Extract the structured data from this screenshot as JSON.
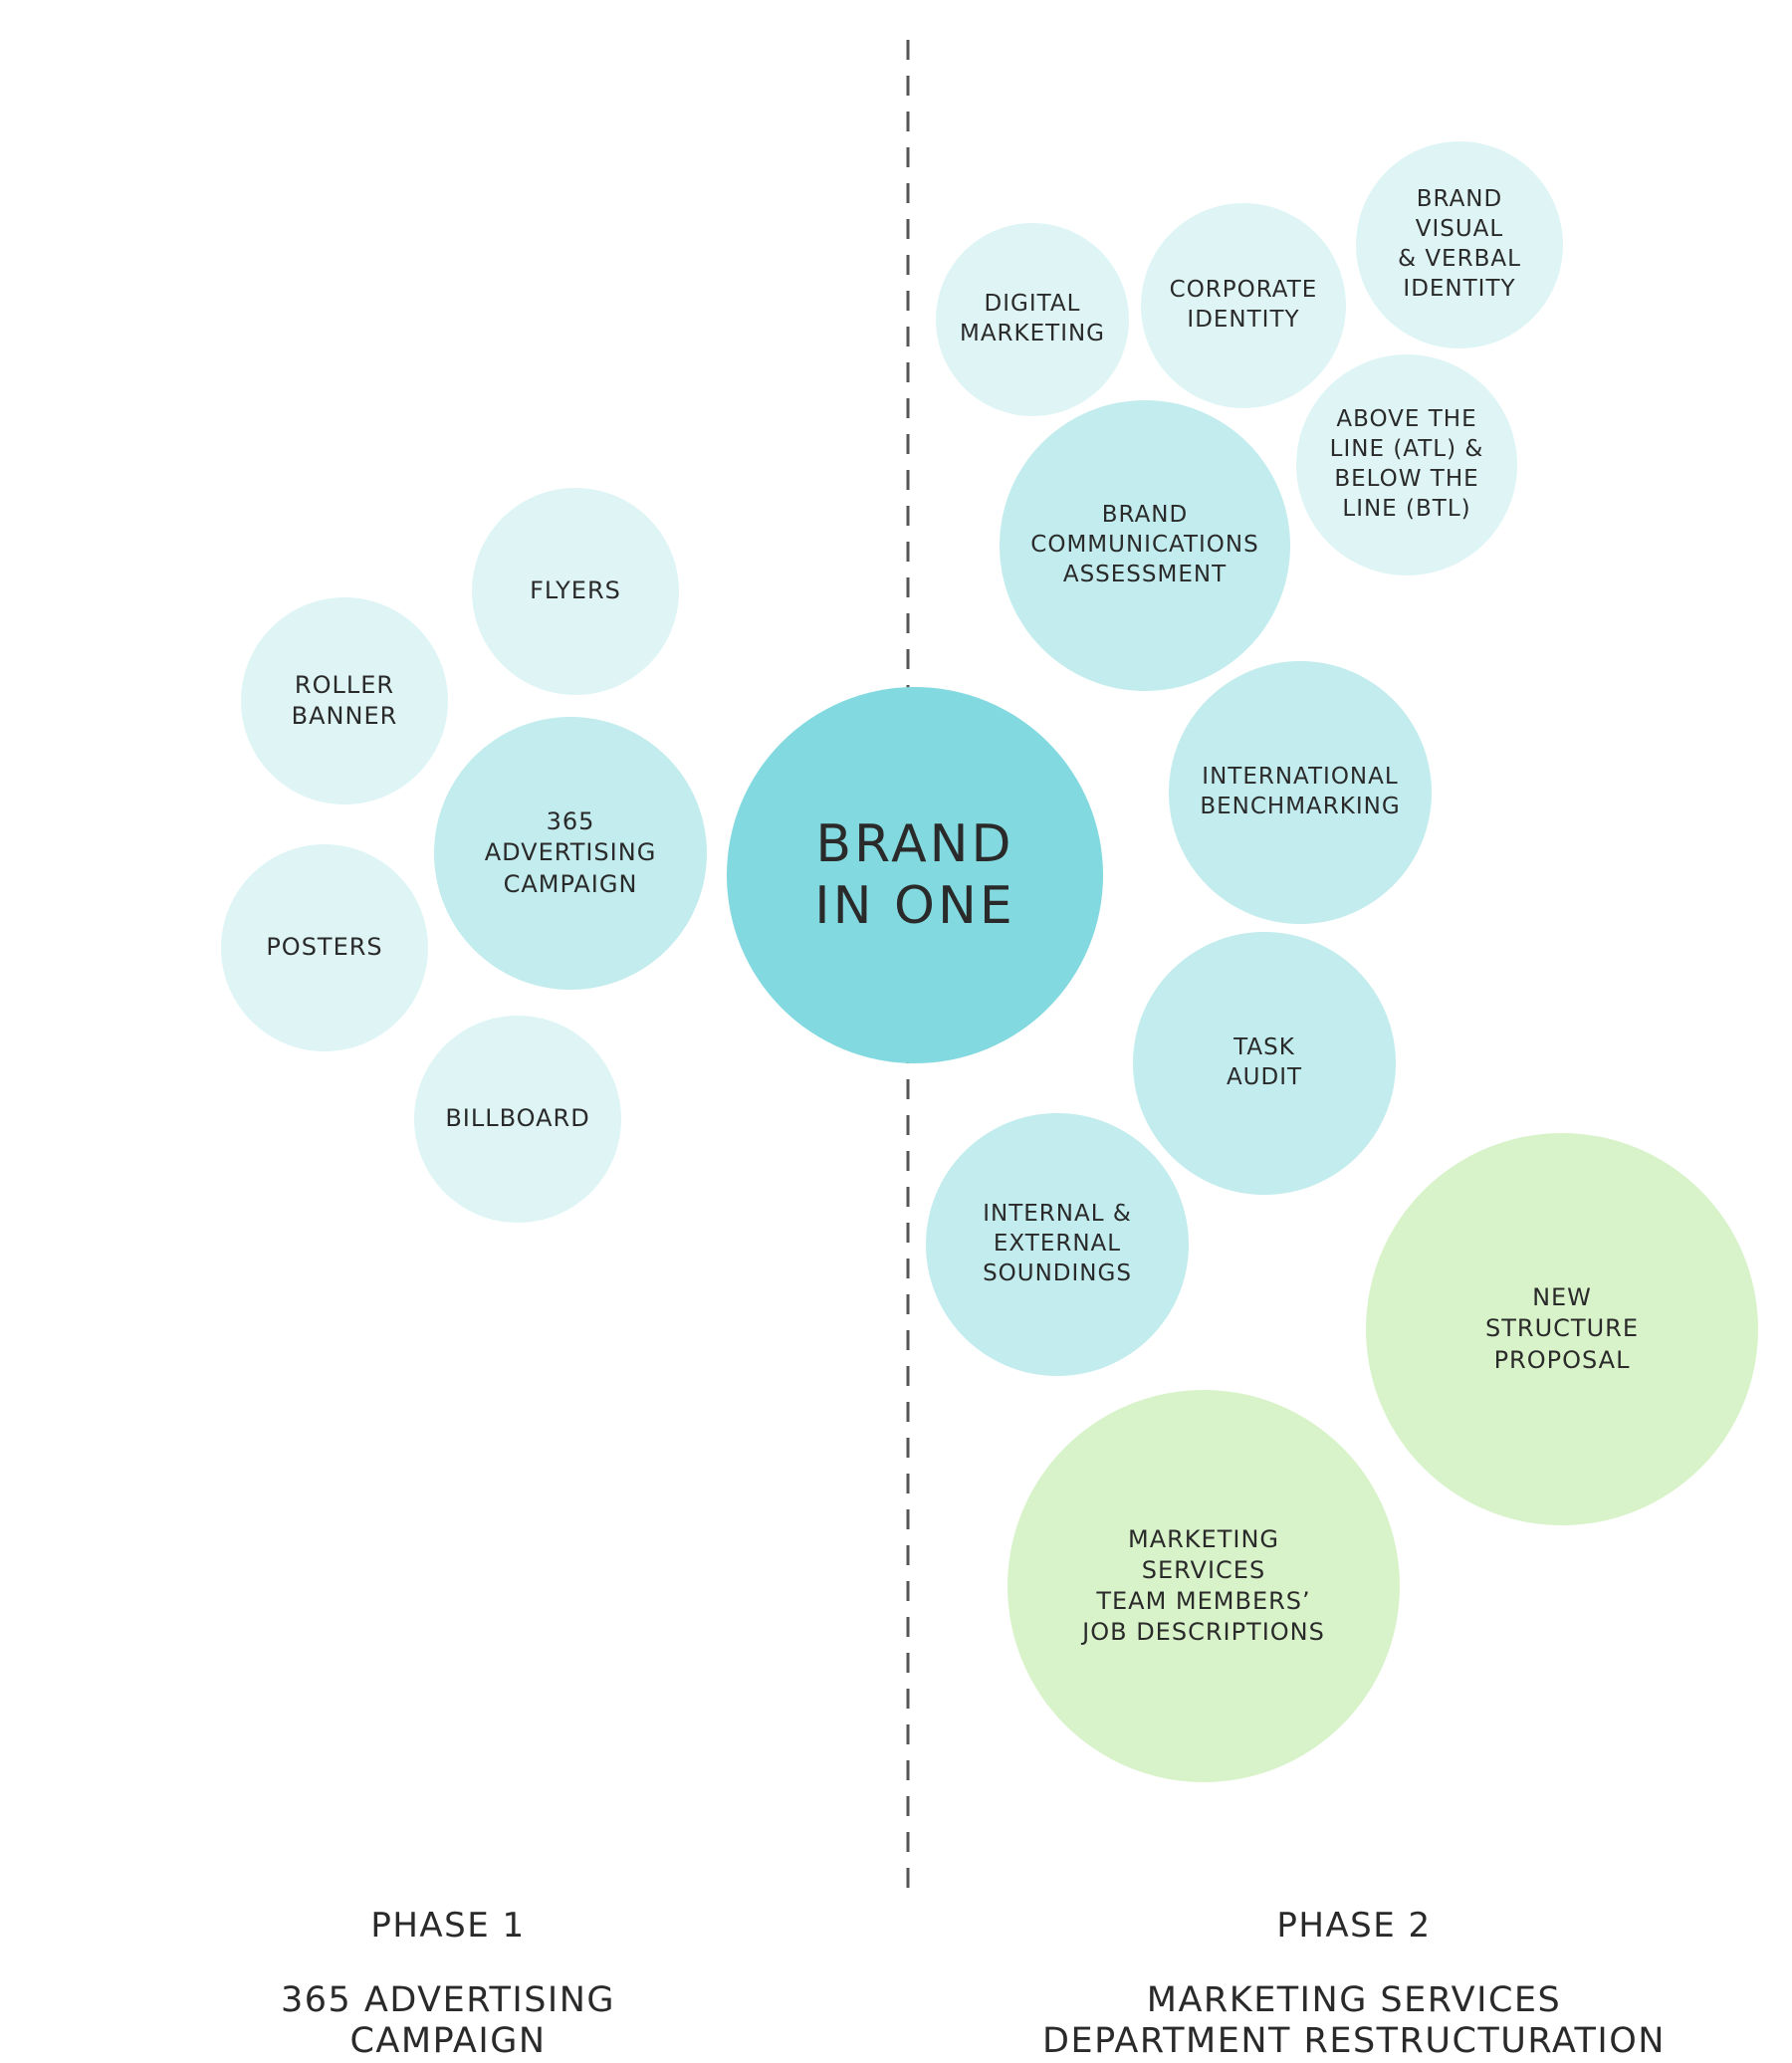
{
  "center": {
    "label": "BRAND\nIN ONE"
  },
  "phase1": {
    "title": "PHASE 1",
    "subtitle": "365 ADVERTISING\nCAMPAIGN",
    "items": [
      {
        "id": "flyers",
        "label": "FLYERS"
      },
      {
        "id": "roller-banner",
        "label": "ROLLER\nBANNER"
      },
      {
        "id": "365-advertising-campaign",
        "label": "365\nADVERTISING\nCAMPAIGN"
      },
      {
        "id": "posters",
        "label": "POSTERS"
      },
      {
        "id": "billboard",
        "label": "BILLBOARD"
      }
    ]
  },
  "phase2": {
    "title": "PHASE 2",
    "subtitle": "MARKETING SERVICES\nDEPARTMENT RESTRUCTURATION",
    "items": [
      {
        "id": "digital-marketing",
        "label": "DIGITAL\nMARKETING"
      },
      {
        "id": "corporate-identity",
        "label": "CORPORATE\nIDENTITY"
      },
      {
        "id": "brand-visual-verbal-identity",
        "label": "BRAND\nVISUAL\n& VERBAL\nIDENTITY"
      },
      {
        "id": "above-below-the-line",
        "label": "ABOVE THE\nLINE (ATL) &\nBELOW THE\nLINE (BTL)"
      },
      {
        "id": "brand-communications-assessment",
        "label": "BRAND\nCOMMUNICATIONS\nASSESSMENT"
      },
      {
        "id": "international-benchmarking",
        "label": "INTERNATIONAL\nBENCHMARKING"
      },
      {
        "id": "task-audit",
        "label": "TASK\nAUDIT"
      },
      {
        "id": "internal-external-soundings",
        "label": "INTERNAL &\nEXTERNAL\nSOUNDINGS"
      },
      {
        "id": "new-structure-proposal",
        "label": "NEW\nSTRUCTURE\nPROPOSAL"
      },
      {
        "id": "job-descriptions",
        "label": "MARKETING\nSERVICES\nTEAM MEMBERS’\nJOB DESCRIPTIONS"
      }
    ]
  },
  "colors": {
    "light": "#dff5f5",
    "mid": "#c2ecee",
    "core": "#82d9df",
    "green": "#d8f3c9",
    "divider": "#555555",
    "text": "#2a2a2a"
  }
}
